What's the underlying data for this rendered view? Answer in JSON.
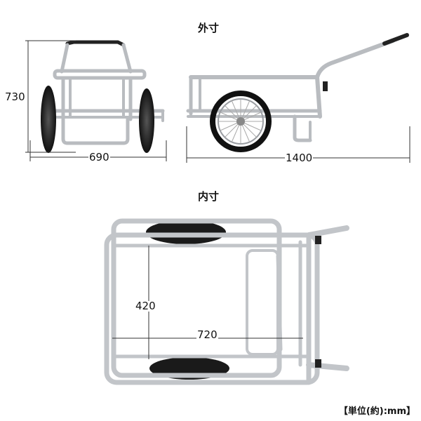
{
  "outer_title": "外寸",
  "inner_title": "内寸",
  "dims": {
    "height": "730",
    "width": "690",
    "length": "1400",
    "inner_depth": "420",
    "inner_length": "720"
  },
  "unit_note": "【単位(約):mm】"
}
